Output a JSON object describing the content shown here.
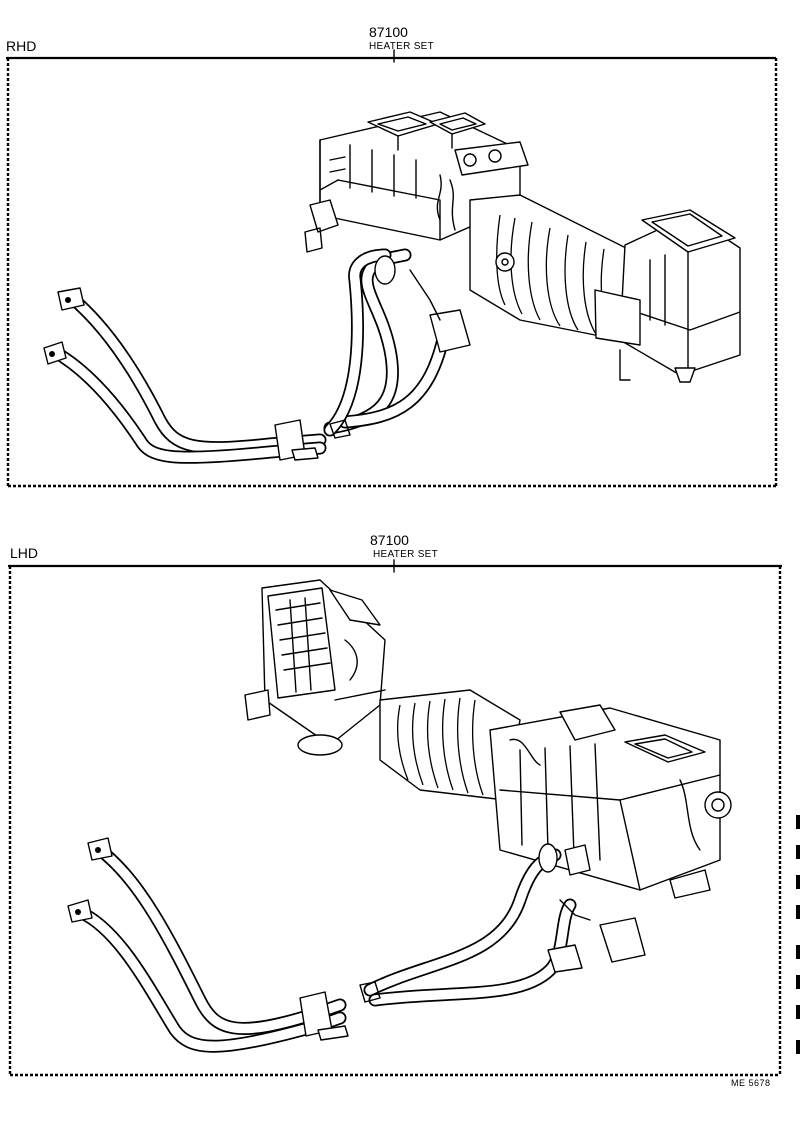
{
  "panels": [
    {
      "side_label": "RHD",
      "part_number": "87100",
      "part_name": "HEATER SET"
    },
    {
      "side_label": "LHD",
      "part_number": "87100",
      "part_name": "HEATER SET"
    }
  ],
  "footer": {
    "code": "ME 5678"
  }
}
